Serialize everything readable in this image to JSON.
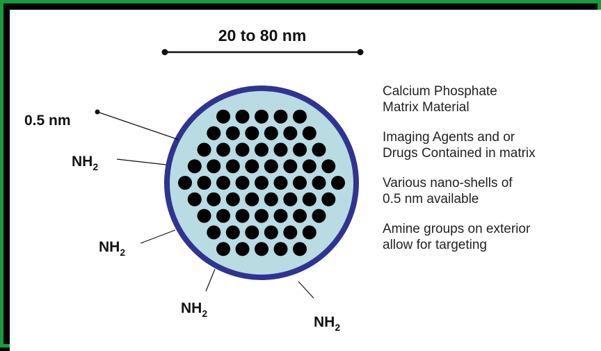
{
  "scale_bar": {
    "label": "20 to 80 nm"
  },
  "shell_thickness": {
    "label": "0.5 nm"
  },
  "amine": {
    "base": "NH",
    "subscript": "2"
  },
  "legend": [
    {
      "lines": [
        "Calcium Phosphate",
        "Matrix Material"
      ]
    },
    {
      "lines": [
        "Imaging Agents and or",
        "Drugs Contained in matrix"
      ]
    },
    {
      "lines": [
        "Various nano-shells of",
        "0.5 nm available"
      ]
    },
    {
      "lines": [
        "Amine groups on exterior",
        "allow for targeting"
      ]
    }
  ],
  "colors": {
    "frame": "#1a9a3c",
    "shell": "#2f3491",
    "matrix": "#b9dbe2",
    "particle": "#000000"
  }
}
